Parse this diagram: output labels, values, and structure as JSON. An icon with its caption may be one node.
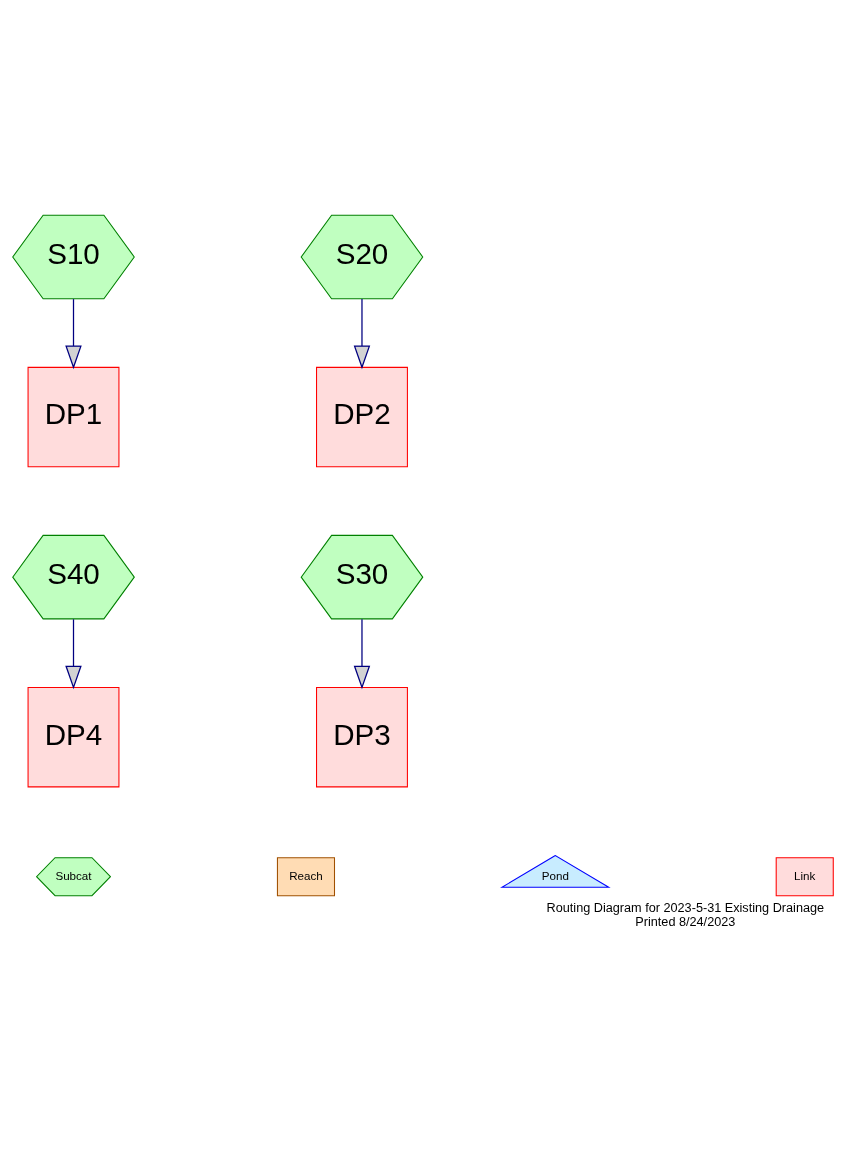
{
  "diagram": {
    "title": "Routing Diagram for 2023-5-31 Existing Drainage",
    "caption": "Printed 8/24/2023",
    "nodes": [
      {
        "text": [
          "S10"
        ]
      },
      {
        "text": [
          "S20"
        ]
      },
      {
        "text": [
          "DP1"
        ]
      },
      {
        "text": [
          "DP2"
        ]
      },
      {
        "text": [
          "S40"
        ]
      },
      {
        "text": [
          "S30"
        ]
      },
      {
        "text": [
          "DP4"
        ]
      },
      {
        "text": [
          "DP3"
        ]
      }
    ],
    "edges": [
      {
        "from": 0,
        "to": 2,
        "arrow": "to"
      },
      {
        "from": 1,
        "to": 3,
        "arrow": "to"
      },
      {
        "from": 4,
        "to": 6,
        "arrow": "to"
      },
      {
        "from": 5,
        "to": 7,
        "arrow": "to"
      }
    ],
    "legend": [
      {
        "text": "Subcat",
        "color": "#c0ffc0"
      },
      {
        "text": "Reach",
        "color": "#ffdcb4"
      },
      {
        "text": "Pond",
        "color": "#c8ecff"
      },
      {
        "text": "Link",
        "color": "#ffdcdc"
      }
    ]
  }
}
